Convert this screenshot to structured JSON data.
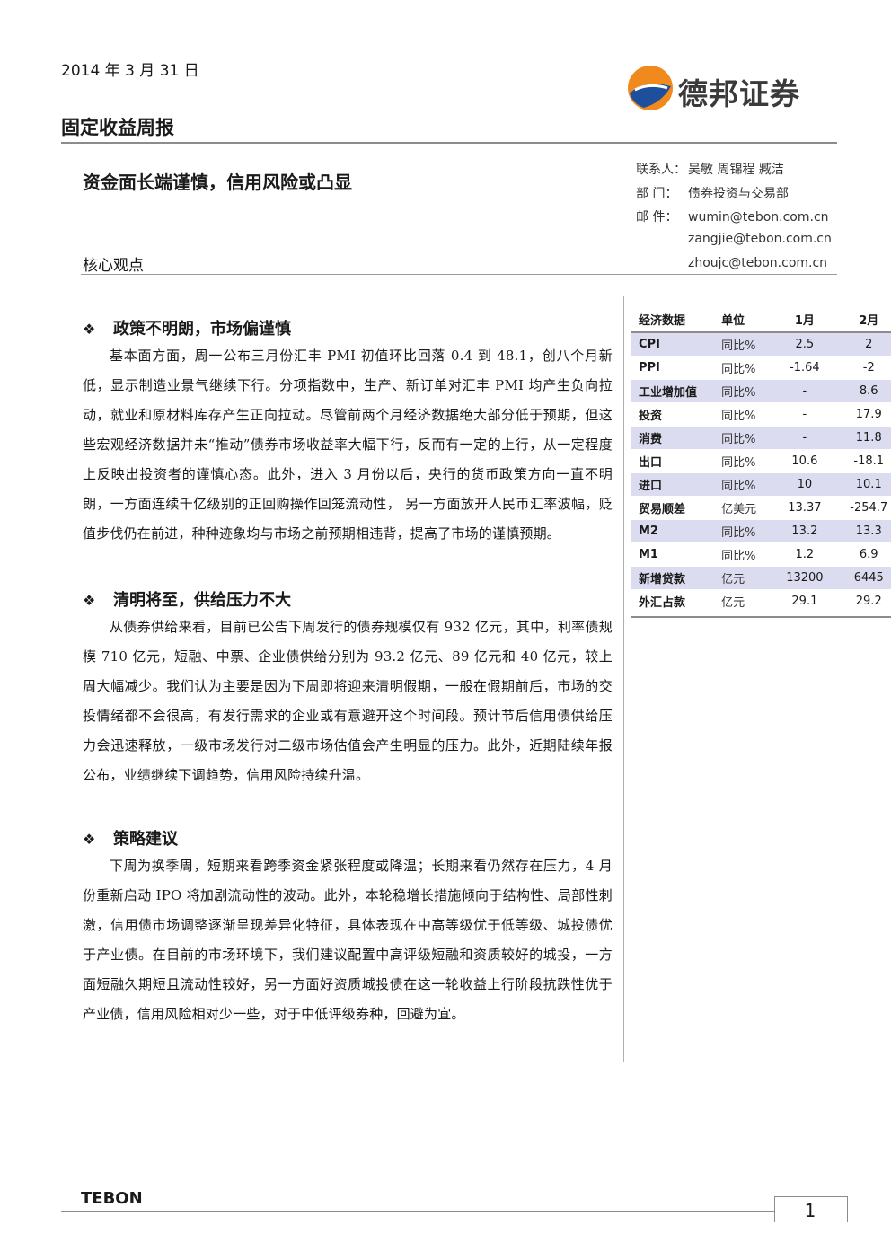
{
  "header": {
    "date": "2014 年 3 月 31 日",
    "report_type": "固定收益周报",
    "brand_name": "德邦证券"
  },
  "headline": "资金面长端谨慎，信用风险或凸显",
  "core_label": "核心观点",
  "contact": {
    "contact_label": "联系人：",
    "contact_value": "吴敏  周锦程  臧洁",
    "dept_label": "部    门：",
    "dept_value": "债券投资与交易部",
    "email_label": "邮    件：",
    "emails": [
      "wumin@tebon.com.cn",
      "zangjie@tebon.com.cn",
      "zhoujc@tebon.com.cn"
    ]
  },
  "sections": [
    {
      "bullet": "❖",
      "title": "政策不明朗，市场偏谨慎",
      "body": "基本面方面，周一公布三月份汇丰 PMI 初值环比回落 0.4 到 48.1，创八个月新低，显示制造业景气继续下行。分项指数中，生产、新订单对汇丰 PMI 均产生负向拉动，就业和原材料库存产生正向拉动。尽管前两个月经济数据绝大部分低于预期，但这些宏观经济数据并未“推动”债券市场收益率大幅下行，反而有一定的上行，从一定程度上反映出投资者的谨慎心态。此外，进入 3 月份以后，央行的货币政策方向一直不明朗，一方面连续千亿级别的正回购操作回笼流动性，  另一方面放开人民币汇率波幅，贬值步伐仍在前进，种种迹象均与市场之前预期相违背，提高了市场的谨慎预期。"
    },
    {
      "bullet": "❖",
      "title": "清明将至，供给压力不大",
      "body": "从债券供给来看，目前已公告下周发行的债券规模仅有 932 亿元，其中，利率债规模 710 亿元，短融、中票、企业债供给分别为 93.2 亿元、89 亿元和 40 亿元，较上周大幅减少。我们认为主要是因为下周即将迎来清明假期，一般在假期前后，市场的交投情绪都不会很高，有发行需求的企业或有意避开这个时间段。预计节后信用债供给压力会迅速释放，一级市场发行对二级市场估值会产生明显的压力。此外，近期陆续年报公布，业绩继续下调趋势，信用风险持续升温。"
    },
    {
      "bullet": "❖",
      "title": "策略建议",
      "body": "下周为换季周，短期来看跨季资金紧张程度或降温；长期来看仍然存在压力，4 月份重新启动 IPO 将加剧流动性的波动。此外，本轮稳增长措施倾向于结构性、局部性刺激，信用债市场调整逐渐呈现差异化特征，具体表现在中高等级优于低等级、城投债优于产业债。在目前的市场环境下，我们建议配置中高评级短融和资质较好的城投，一方面短融久期短且流动性较好，另一方面好资质城投债在这一轮收益上行阶段抗跌性优于产业债，信用风险相对少一些，对于中低评级券种，回避为宜。"
    }
  ],
  "table": {
    "headers": [
      "经济数据",
      "单位",
      "1月",
      "2月"
    ],
    "rows": [
      {
        "name": "CPI",
        "unit": "同比%",
        "jan": "2.5",
        "feb": "2"
      },
      {
        "name": "PPI",
        "unit": "同比%",
        "jan": "-1.64",
        "feb": "-2"
      },
      {
        "name": "工业增加值",
        "unit": "同比%",
        "jan": "-",
        "feb": "8.6"
      },
      {
        "name": "投资",
        "unit": "同比%",
        "jan": "-",
        "feb": "17.9"
      },
      {
        "name": "消费",
        "unit": "同比%",
        "jan": "-",
        "feb": "11.8"
      },
      {
        "name": "出口",
        "unit": "同比%",
        "jan": "10.6",
        "feb": "-18.1"
      },
      {
        "name": "进口",
        "unit": "同比%",
        "jan": "10",
        "feb": "10.1"
      },
      {
        "name": "贸易顺差",
        "unit": "亿美元",
        "jan": "13.37",
        "feb": "-254.7"
      },
      {
        "name": "M2",
        "unit": "同比%",
        "jan": "13.2",
        "feb": "13.3"
      },
      {
        "name": "M1",
        "unit": "同比%",
        "jan": "1.2",
        "feb": "6.9"
      },
      {
        "name": "新增贷款",
        "unit": "亿元",
        "jan": "13200",
        "feb": "6445"
      },
      {
        "name": "外汇占款",
        "unit": "亿元",
        "jan": "29.1",
        "feb": "29.2"
      }
    ]
  },
  "footer": {
    "brand": "TEBON",
    "page": "1"
  },
  "colors": {
    "logo_orange": "#f08a1c",
    "logo_blue": "#1d4f9c",
    "table_shade": "#dcdcf0",
    "rule_gray": "#8c8c8c"
  }
}
